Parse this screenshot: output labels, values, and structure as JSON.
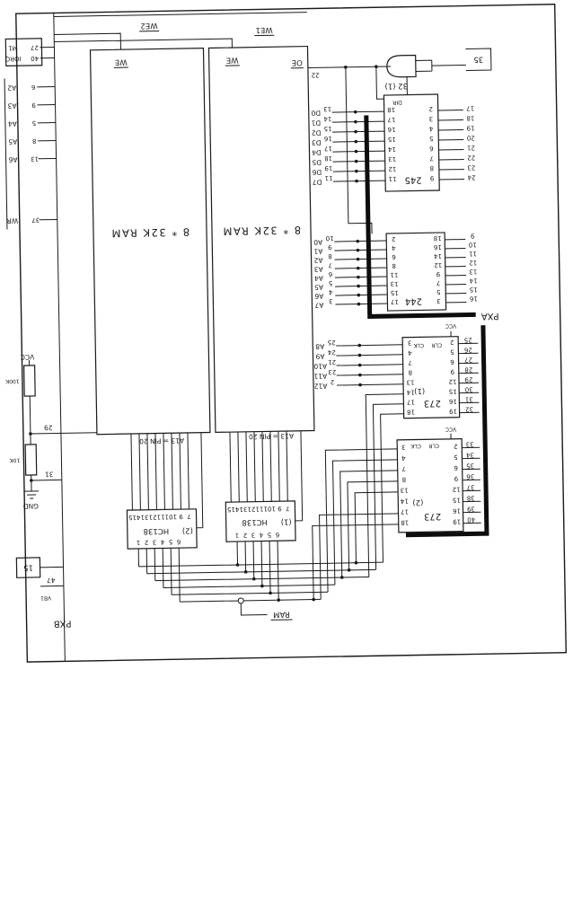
{
  "sheet": {
    "pxa": "PXA",
    "pxb": "PXB"
  },
  "ram": {
    "label": "8 * 32K RAM",
    "we": "WE",
    "we1": "WE1",
    "we2": "WE2",
    "oe": "OE",
    "oe_pin": "22",
    "a13_note": "A13 = PIN 20"
  },
  "gate": {
    "label": "32 (1)",
    "out_pin": "35"
  },
  "buf245": {
    "label": "245",
    "dir": "DIR",
    "signals": [
      "D0",
      "D1",
      "D2",
      "D3",
      "D4",
      "D5",
      "D6",
      "D7"
    ],
    "ram_pins": [
      "13",
      "14",
      "15",
      "16",
      "17",
      "18",
      "19",
      "11"
    ],
    "left_pins": [
      "18",
      "17",
      "16",
      "15",
      "14",
      "13",
      "12",
      "11"
    ],
    "right_pins": [
      "2",
      "3",
      "4",
      "5",
      "6",
      "7",
      "8",
      "9"
    ],
    "conn_pins": [
      "17",
      "18",
      "19",
      "20",
      "21",
      "22",
      "23",
      "24"
    ]
  },
  "buf244": {
    "label": "244",
    "signals": [
      "A0",
      "A1",
      "A2",
      "A3",
      "A4",
      "A5",
      "A6",
      "A7"
    ],
    "ram_pins": [
      "10",
      "9",
      "8",
      "7",
      "6",
      "5",
      "4",
      "3"
    ],
    "left_pins": [
      "2",
      "4",
      "6",
      "8",
      "11",
      "13",
      "15",
      "17"
    ],
    "right_pins": [
      "18",
      "16",
      "14",
      "12",
      "9",
      "7",
      "5",
      "3"
    ],
    "conn_pins": [
      "9",
      "10",
      "11",
      "12",
      "13",
      "14",
      "15",
      "16"
    ]
  },
  "latch273_1": {
    "label": "273",
    "unit": "(1)",
    "clk": "CLK",
    "clr": "CLR",
    "vcc": "VCC",
    "signals": [
      "A8",
      "A9",
      "A10",
      "A11",
      "A12"
    ],
    "ram_pins": [
      "25",
      "24",
      "21",
      "23",
      "2"
    ],
    "left_pins": [
      "3",
      "4",
      "7",
      "8",
      "13",
      "14",
      "17",
      "18"
    ],
    "right_pins": [
      "2",
      "5",
      "6",
      "9",
      "12",
      "15",
      "16",
      "19"
    ],
    "conn_pins": [
      "25",
      "26",
      "27",
      "28",
      "29",
      "30",
      "31",
      "32"
    ]
  },
  "latch273_2": {
    "label": "273",
    "unit": "(2)",
    "clk": "CLK",
    "clr": "CLR",
    "vcc": "VCC",
    "left_pins": [
      "3",
      "4",
      "7",
      "8",
      "13",
      "14",
      "17",
      "18"
    ],
    "right_pins": [
      "2",
      "5",
      "6",
      "9",
      "12",
      "15",
      "16",
      "19"
    ],
    "conn_pins": [
      "33",
      "34",
      "35",
      "36",
      "37",
      "38",
      "39",
      "40"
    ]
  },
  "dec138_1": {
    "label": "HC138",
    "unit": "(1)",
    "top_pins": [
      "15",
      "14",
      "13",
      "12",
      "11",
      "10",
      "9",
      "7"
    ],
    "bottom_pins": [
      "1",
      "2",
      "3",
      "4",
      "5",
      "6"
    ]
  },
  "dec138_2": {
    "label": "HC138",
    "unit": "(2)",
    "top_pins": [
      "15",
      "14",
      "13",
      "12",
      "11",
      "10",
      "9",
      "7"
    ],
    "bottom_pins": [
      "1",
      "2",
      "3",
      "4",
      "5",
      "6"
    ]
  },
  "left_rail": {
    "top_names": [
      "M1",
      "IORQ"
    ],
    "top_pins": [
      "27",
      "40"
    ],
    "addr_names": [
      "A2",
      "A3",
      "A4",
      "A5",
      "A6"
    ],
    "addr_pins": [
      "6",
      "9",
      "5",
      "8",
      "13"
    ],
    "wr": "WR",
    "wr_pin": "37",
    "vcc": "VCC",
    "gnd": "GND",
    "r_top": "100K",
    "r_bottom": "10K",
    "pin29": "29",
    "pin31": "31",
    "pin15": "15",
    "pin47": "47",
    "vb": "VB1"
  },
  "bottom": {
    "ram_select": "RAM"
  }
}
